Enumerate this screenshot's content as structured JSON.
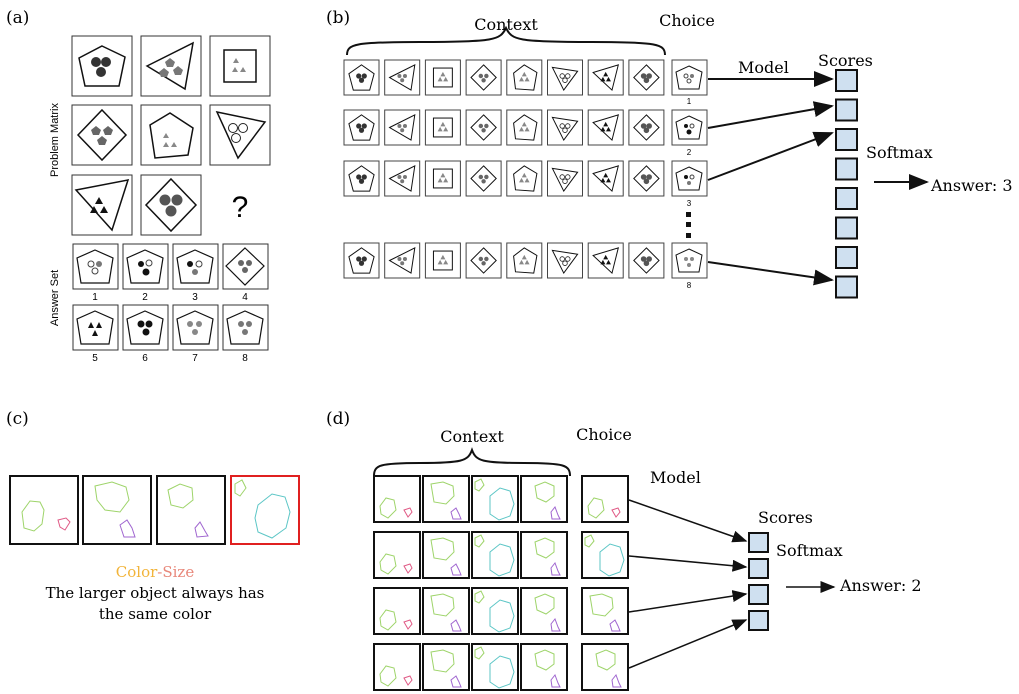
{
  "panels": {
    "a": {
      "label": "(a)",
      "problem_matrix_label": "Problem Matrix",
      "answer_set_label": "Answer Set",
      "question_mark": "?",
      "answer_numbers": [
        "1",
        "2",
        "3",
        "4",
        "5",
        "6",
        "7",
        "8"
      ]
    },
    "b": {
      "label": "(b)",
      "context_label": "Context",
      "choice_label": "Choice",
      "model_label": "Model",
      "scores_label": "Scores",
      "softmax_label": "Softmax",
      "answer_label": "Answer: 3",
      "choice_numbers": [
        "1",
        "2",
        "3",
        "8"
      ]
    },
    "c": {
      "label": "(c)",
      "rule_word1": "Color",
      "rule_sep": "-",
      "rule_word2": "Size",
      "caption_line1": "The larger object always has",
      "caption_line2": "the same color"
    },
    "d": {
      "label": "(d)",
      "context_label": "Context",
      "choice_label": "Choice",
      "model_label": "Model",
      "scores_label": "Scores",
      "softmax_label": "Softmax",
      "answer_label": "Answer: 2"
    }
  },
  "colors": {
    "score_fill": "#cfe0f0",
    "highlight_border": "#e02020",
    "color_word": "#f2b43a",
    "size_word": "#e8877a",
    "shape_green": "#9ed46a",
    "shape_pink": "#e05a86",
    "shape_purple": "#a066d0",
    "shape_teal": "#5cc6c6"
  }
}
